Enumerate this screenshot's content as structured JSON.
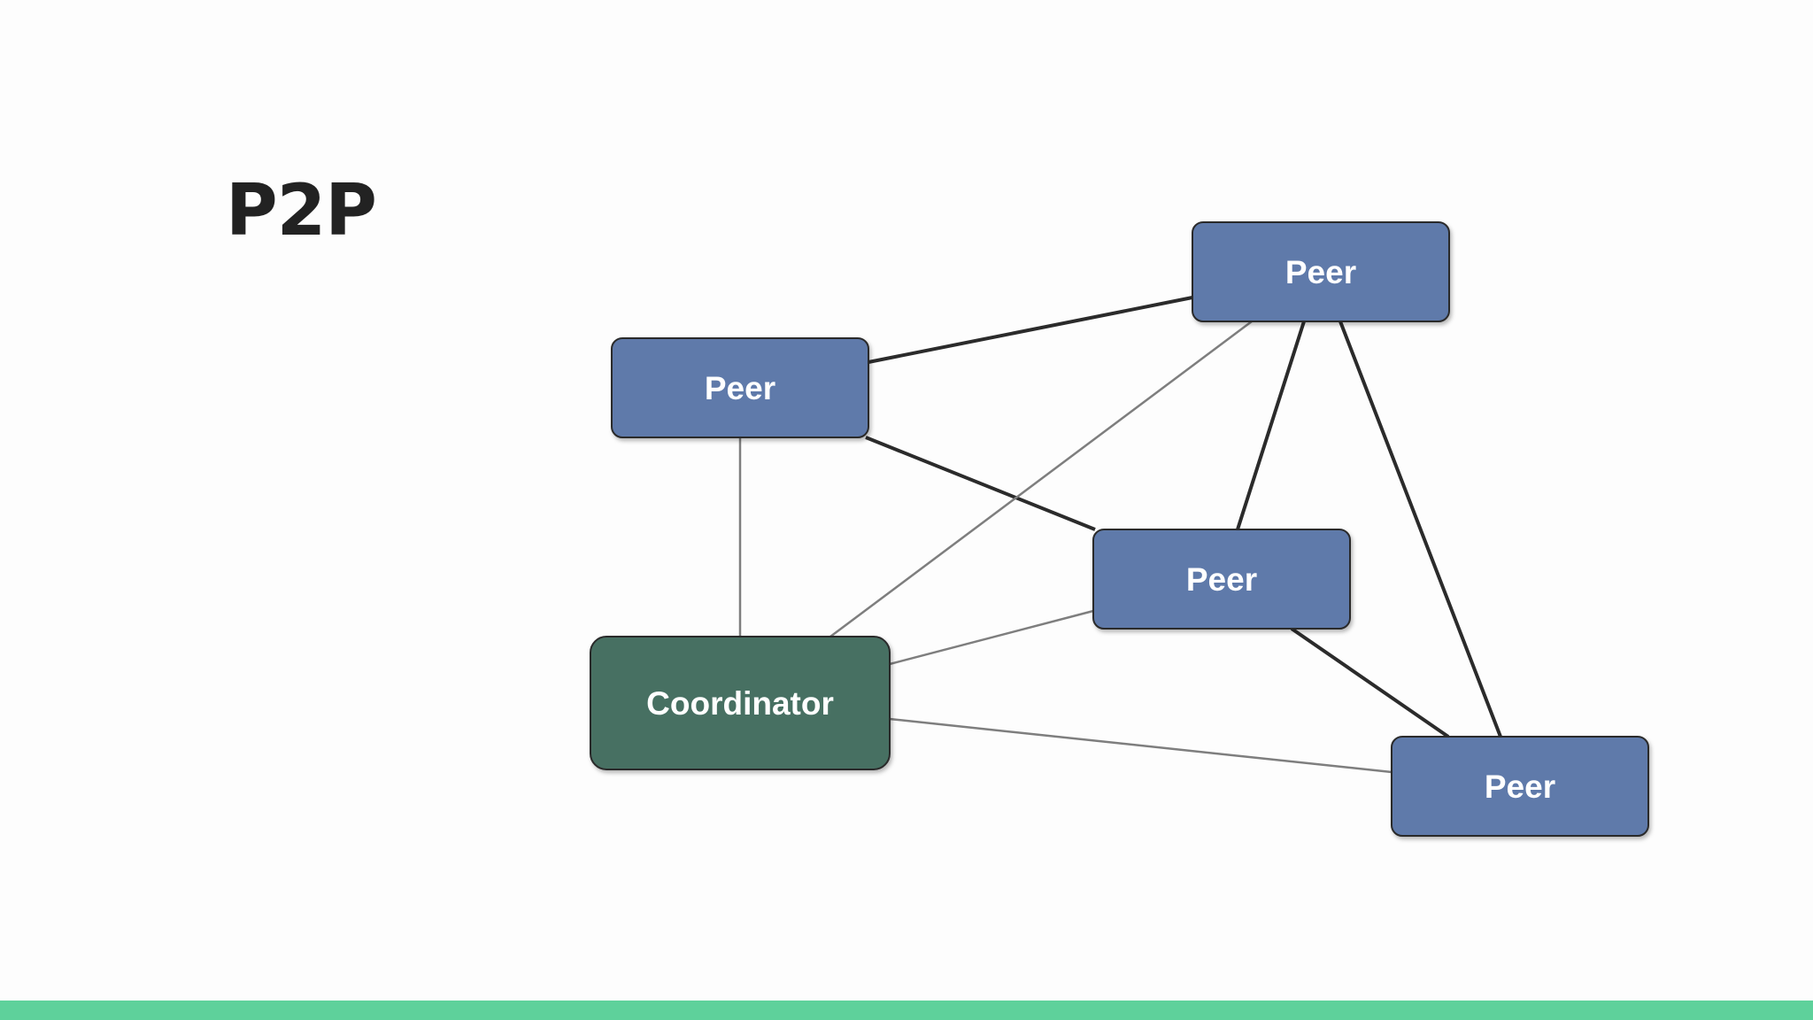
{
  "slide": {
    "title": "P2P"
  },
  "colors": {
    "peer_fill": "#5f7aaa",
    "coordinator_fill": "#466f62",
    "footer_bar": "#5ed19b",
    "title_text": "#222222"
  },
  "diagram": {
    "nodes": [
      {
        "id": "peer-top-right",
        "kind": "peer",
        "label": "Peer"
      },
      {
        "id": "peer-left",
        "kind": "peer",
        "label": "Peer"
      },
      {
        "id": "peer-center",
        "kind": "peer",
        "label": "Peer"
      },
      {
        "id": "coordinator",
        "kind": "coordinator",
        "label": "Coordinator"
      },
      {
        "id": "peer-bottom-right",
        "kind": "peer",
        "label": "Peer"
      }
    ],
    "edges": [
      {
        "from": "peer-left",
        "to": "peer-top-right",
        "style": "strong"
      },
      {
        "from": "peer-left",
        "to": "peer-center",
        "style": "strong"
      },
      {
        "from": "peer-top-right",
        "to": "peer-center",
        "style": "strong"
      },
      {
        "from": "peer-top-right",
        "to": "peer-bottom-right",
        "style": "strong"
      },
      {
        "from": "peer-center",
        "to": "peer-bottom-right",
        "style": "strong"
      },
      {
        "from": "peer-left",
        "to": "coordinator",
        "style": "weak"
      },
      {
        "from": "coordinator",
        "to": "peer-top-right",
        "style": "weak"
      },
      {
        "from": "coordinator",
        "to": "peer-center",
        "style": "weak"
      },
      {
        "from": "coordinator",
        "to": "peer-bottom-right",
        "style": "weak"
      }
    ]
  }
}
